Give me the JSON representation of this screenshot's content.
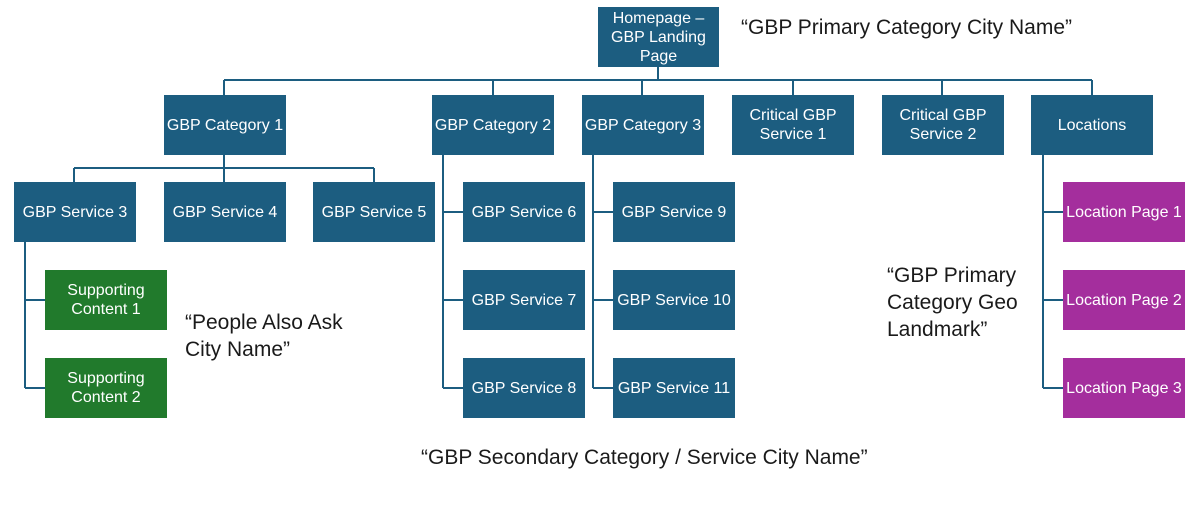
{
  "colors": {
    "primary_box": "#1c5d80",
    "supporting_box": "#217a2c",
    "location_box": "#a42e9d",
    "connector": "#1c5d80"
  },
  "nodes": {
    "homepage": "Homepage – GBP Landing Page",
    "cat1": "GBP Category 1",
    "cat2": "GBP Category 2",
    "cat3": "GBP Category 3",
    "crit1": "Critical GBP Service 1",
    "crit2": "Critical GBP Service 2",
    "locations": "Locations",
    "svc3": "GBP Service 3",
    "svc4": "GBP Service 4",
    "svc5": "GBP Service 5",
    "svc6": "GBP Service 6",
    "svc7": "GBP Service 7",
    "svc8": "GBP Service 8",
    "svc9": "GBP Service 9",
    "svc10": "GBP Service 10",
    "svc11": "GBP Service 11",
    "support1": "Supporting Content 1",
    "support2": "Supporting Content 2",
    "loc1": "Location Page 1",
    "loc2": "Location Page 2",
    "loc3": "Location Page 3"
  },
  "captions": {
    "primary_city": "“GBP Primary Category City Name”",
    "paa_city": "“People Also Ask City Name”",
    "geo_landmark": "“GBP Primary Category Geo Landmark”",
    "secondary_city": "“GBP Secondary Category / Service City Name”"
  }
}
